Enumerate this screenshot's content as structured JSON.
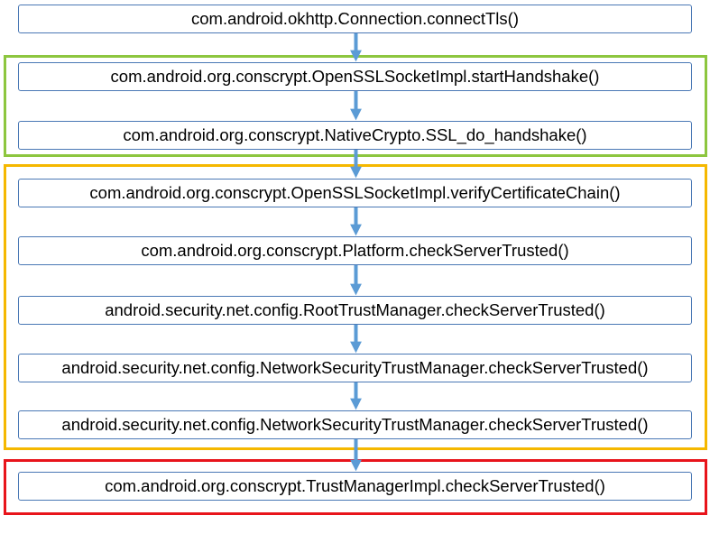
{
  "colors": {
    "node_border": "#4a78b5",
    "arrow": "#5b9bd5",
    "group_handshake": "#8dc63f",
    "group_verify": "#f5b800",
    "group_trust": "#e8141b"
  },
  "nodes": [
    {
      "label": "com.android.okhttp.Connection.connectTls()"
    },
    {
      "label": "com.android.org.conscrypt.OpenSSLSocketImpl.startHandshake()"
    },
    {
      "label": "com.android.org.conscrypt.NativeCrypto.SSL_do_handshake()"
    },
    {
      "label": "com.android.org.conscrypt.OpenSSLSocketImpl.verifyCertificateChain()"
    },
    {
      "label": "com.android.org.conscrypt.Platform.checkServerTrusted()"
    },
    {
      "label": "android.security.net.config.RootTrustManager.checkServerTrusted()"
    },
    {
      "label": "android.security.net.config.NetworkSecurityTrustManager.checkServerTrusted()"
    },
    {
      "label": "android.security.net.config.NetworkSecurityTrustManager.checkServerTrusted()"
    },
    {
      "label": "com.android.org.conscrypt.TrustManagerImpl.checkServerTrusted()"
    }
  ]
}
